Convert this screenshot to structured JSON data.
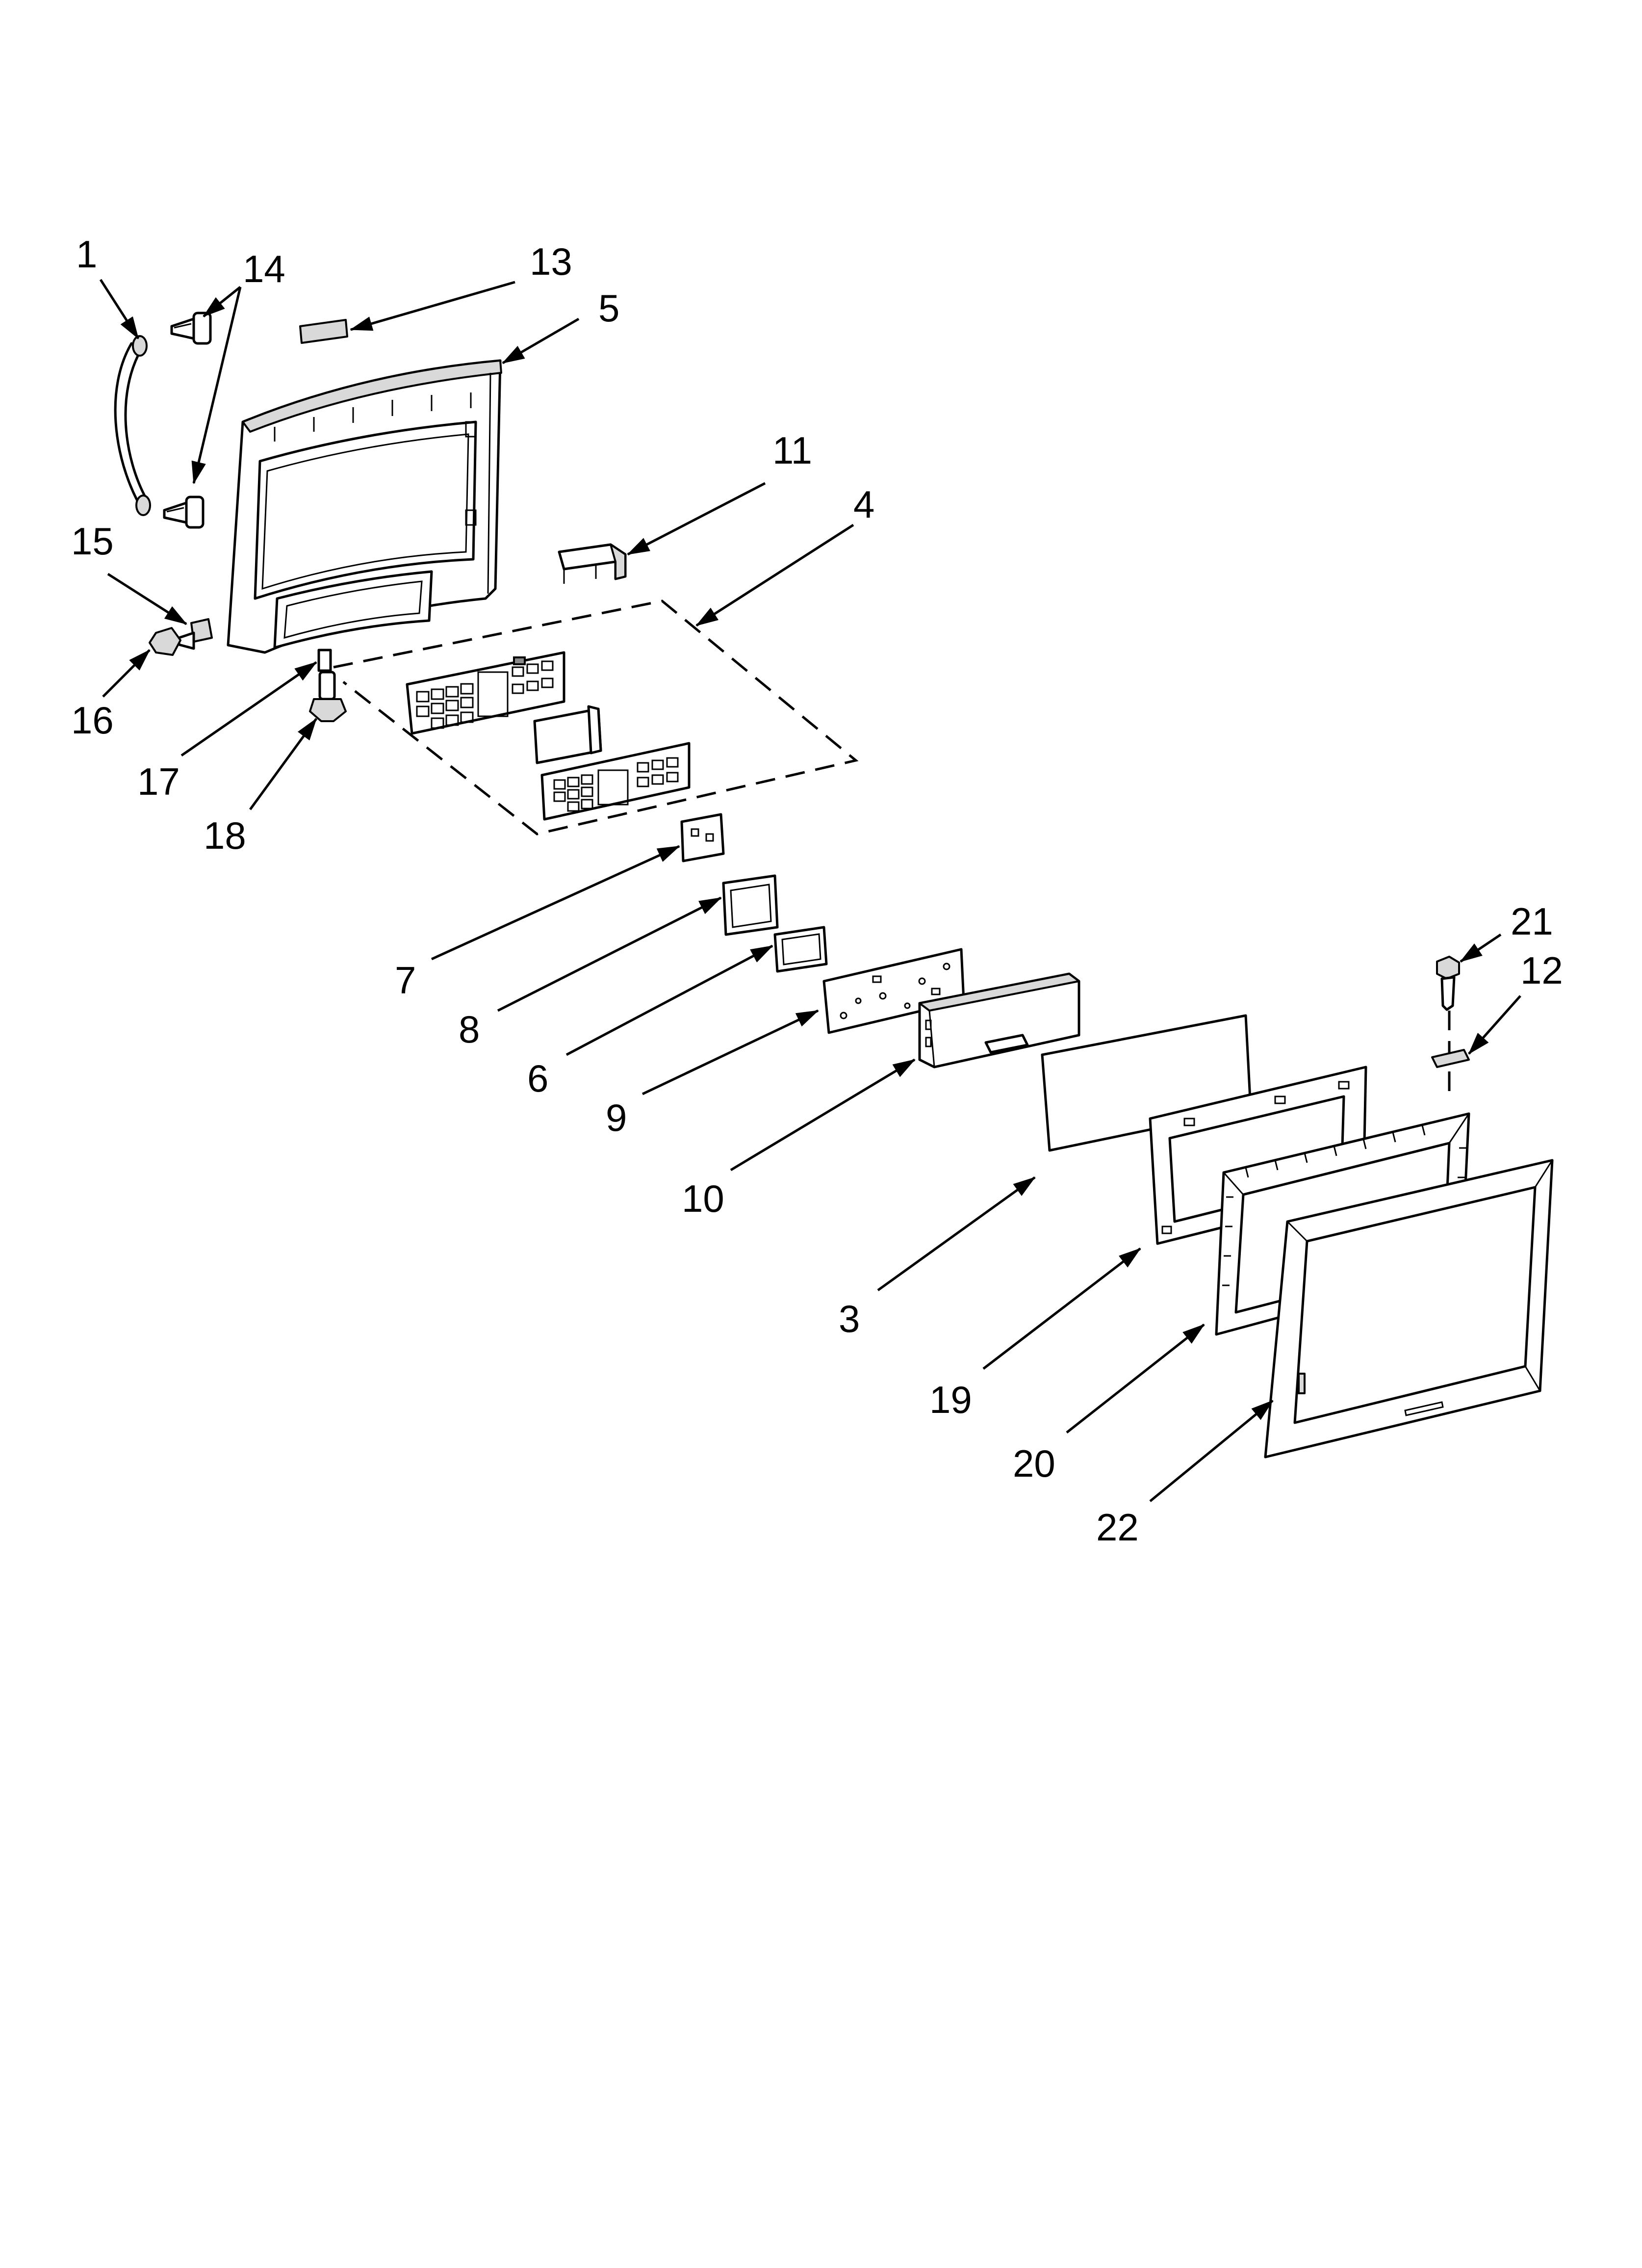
{
  "callouts": [
    {
      "id": "1",
      "label": "1"
    },
    {
      "id": "14",
      "label": "14"
    },
    {
      "id": "13",
      "label": "13"
    },
    {
      "id": "5",
      "label": "5"
    },
    {
      "id": "11",
      "label": "11"
    },
    {
      "id": "4",
      "label": "4"
    },
    {
      "id": "15",
      "label": "15"
    },
    {
      "id": "16",
      "label": "16"
    },
    {
      "id": "17",
      "label": "17"
    },
    {
      "id": "18",
      "label": "18"
    },
    {
      "id": "7",
      "label": "7"
    },
    {
      "id": "8",
      "label": "8"
    },
    {
      "id": "6",
      "label": "6"
    },
    {
      "id": "9",
      "label": "9"
    },
    {
      "id": "10",
      "label": "10"
    },
    {
      "id": "21",
      "label": "21"
    },
    {
      "id": "12",
      "label": "12"
    },
    {
      "id": "3",
      "label": "3"
    },
    {
      "id": "19",
      "label": "19"
    },
    {
      "id": "20",
      "label": "20"
    },
    {
      "id": "22",
      "label": "22"
    }
  ],
  "colors": {
    "line": "#000000",
    "background": "#ffffff",
    "part_fill": "#d9d9d9"
  }
}
